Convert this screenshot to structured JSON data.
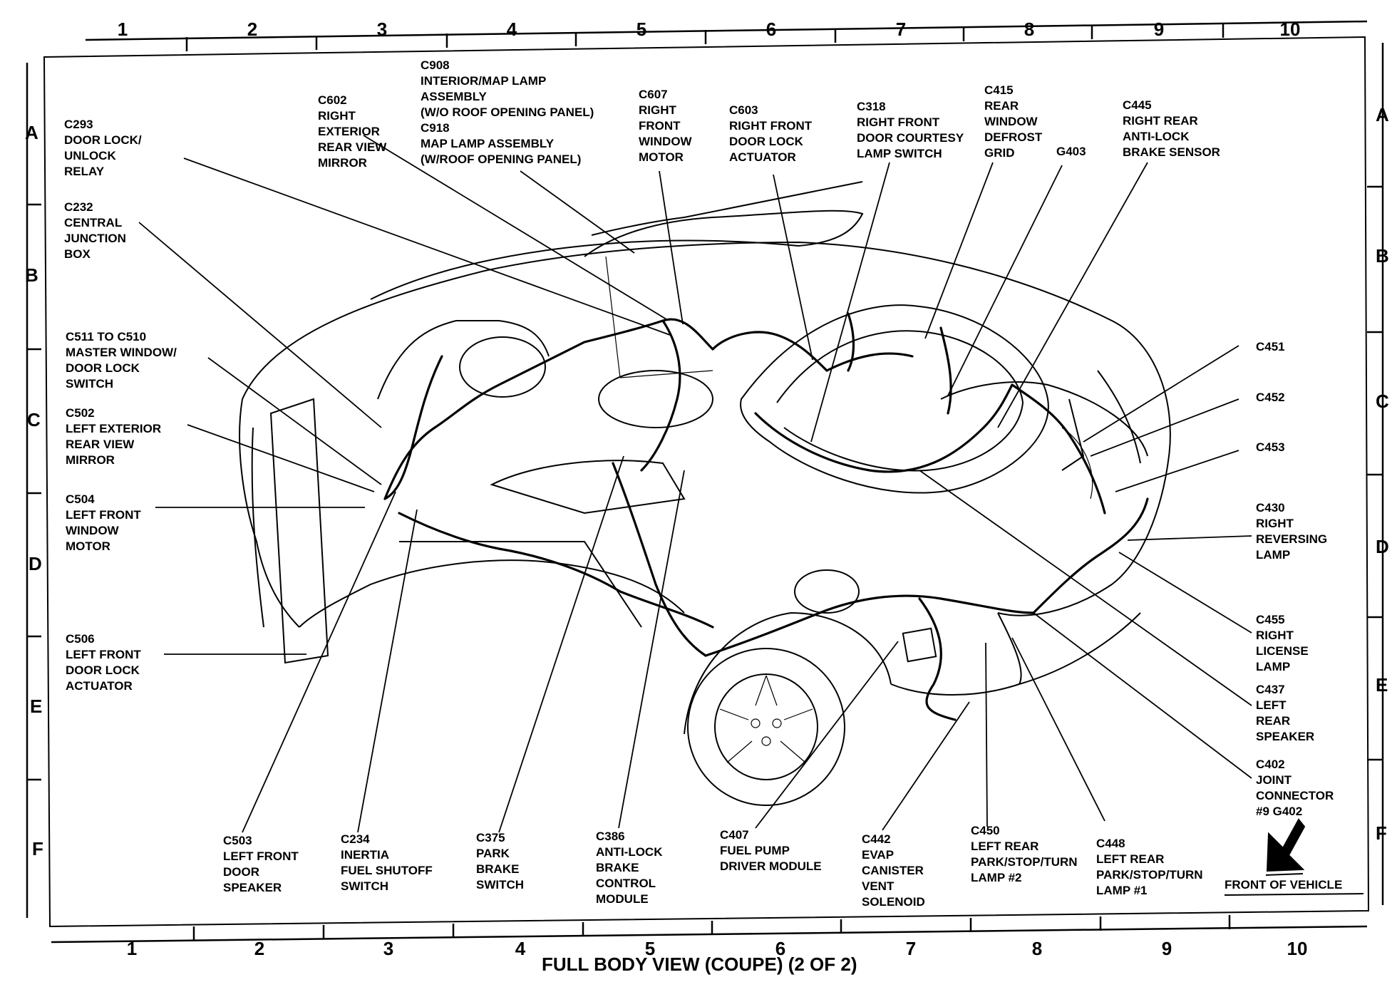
{
  "title": "FULL BODY VIEW  (COUPE) (2 OF 2)",
  "grid_columns": [
    "1",
    "2",
    "3",
    "4",
    "5",
    "6",
    "7",
    "8",
    "9",
    "10"
  ],
  "grid_rows": [
    "A",
    "B",
    "C",
    "D",
    "E",
    "F"
  ],
  "front_indicator": "FRONT OF VEHICLE",
  "callouts": [
    {
      "id": "c293",
      "lines": [
        "C293",
        "DOOR LOCK/",
        "UNLOCK",
        "RELAY"
      ]
    },
    {
      "id": "c232",
      "lines": [
        "C232",
        "CENTRAL",
        "JUNCTION",
        "BOX"
      ]
    },
    {
      "id": "c511",
      "lines": [
        "C511 TO C510",
        "MASTER WINDOW/",
        "DOOR LOCK",
        "SWITCH"
      ]
    },
    {
      "id": "c502",
      "lines": [
        "C502",
        "LEFT EXTERIOR",
        "REAR VIEW",
        "MIRROR"
      ]
    },
    {
      "id": "c504",
      "lines": [
        "C504",
        "LEFT FRONT",
        "WINDOW",
        "MOTOR"
      ]
    },
    {
      "id": "c506",
      "lines": [
        "C506",
        "LEFT FRONT",
        "DOOR LOCK",
        "ACTUATOR"
      ]
    },
    {
      "id": "c602",
      "lines": [
        "C602",
        "RIGHT",
        "EXTERIOR",
        "REAR VIEW",
        "MIRROR"
      ]
    },
    {
      "id": "c908",
      "lines": [
        "C908",
        "INTERIOR/MAP LAMP",
        "ASSEMBLY",
        "(W/O ROOF OPENING PANEL)",
        "C918",
        "MAP LAMP ASSEMBLY",
        "(W/ROOF OPENING PANEL)"
      ]
    },
    {
      "id": "c607",
      "lines": [
        "C607",
        "RIGHT",
        "FRONT",
        "WINDOW",
        "MOTOR"
      ]
    },
    {
      "id": "c603",
      "lines": [
        "C603",
        "RIGHT FRONT",
        "DOOR LOCK",
        "ACTUATOR"
      ]
    },
    {
      "id": "c318",
      "lines": [
        "C318",
        "RIGHT FRONT",
        "DOOR COURTESY",
        "LAMP SWITCH"
      ]
    },
    {
      "id": "c415",
      "lines": [
        "C415",
        "REAR",
        "WINDOW",
        "DEFROST",
        "GRID"
      ]
    },
    {
      "id": "g403",
      "lines": [
        "G403"
      ]
    },
    {
      "id": "c445",
      "lines": [
        "C445",
        "RIGHT REAR",
        "ANTI-LOCK",
        "BRAKE SENSOR"
      ]
    },
    {
      "id": "c451",
      "lines": [
        "C451"
      ]
    },
    {
      "id": "c452",
      "lines": [
        "C452"
      ]
    },
    {
      "id": "c453",
      "lines": [
        "C453"
      ]
    },
    {
      "id": "c430",
      "lines": [
        "C430",
        "RIGHT",
        "REVERSING",
        "LAMP"
      ]
    },
    {
      "id": "c455",
      "lines": [
        "C455",
        "RIGHT",
        "LICENSE",
        "LAMP"
      ]
    },
    {
      "id": "c437",
      "lines": [
        "C437",
        "LEFT",
        "REAR",
        "SPEAKER"
      ]
    },
    {
      "id": "c402",
      "lines": [
        "C402",
        "JOINT",
        "CONNECTOR",
        "#9 G402"
      ]
    },
    {
      "id": "c503",
      "lines": [
        "C503",
        "LEFT FRONT",
        "DOOR",
        "SPEAKER"
      ]
    },
    {
      "id": "c234",
      "lines": [
        "C234",
        "INERTIA",
        "FUEL SHUTOFF",
        "SWITCH"
      ]
    },
    {
      "id": "c375",
      "lines": [
        "C375",
        "PARK",
        "BRAKE",
        "SWITCH"
      ]
    },
    {
      "id": "c386",
      "lines": [
        "C386",
        "ANTI-LOCK",
        "BRAKE",
        "CONTROL",
        "MODULE"
      ]
    },
    {
      "id": "c407",
      "lines": [
        "C407",
        "FUEL PUMP",
        "DRIVER MODULE"
      ]
    },
    {
      "id": "c442",
      "lines": [
        "C442",
        "EVAP",
        "CANISTER",
        "VENT",
        "SOLENOID"
      ]
    },
    {
      "id": "c450",
      "lines": [
        "C450",
        "LEFT REAR",
        "PARK/STOP/TURN",
        "LAMP #2"
      ]
    },
    {
      "id": "c448",
      "lines": [
        "C448",
        "LEFT REAR",
        "PARK/STOP/TURN",
        "LAMP #1"
      ]
    }
  ]
}
